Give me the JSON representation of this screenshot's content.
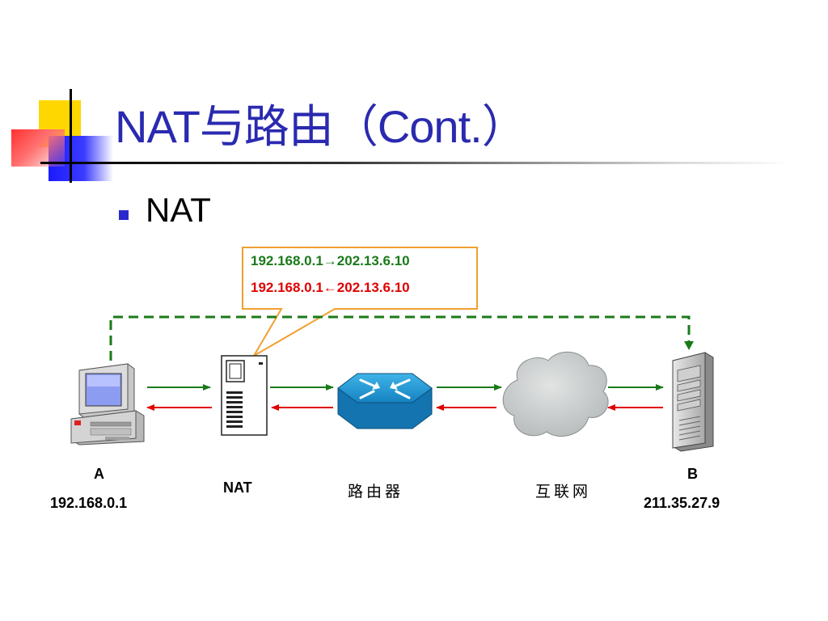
{
  "slide": {
    "title": "NAT与路由（Cont.）",
    "bullet": "NAT"
  },
  "callout": {
    "outbound": "192.168.0.1→202.13.6.10",
    "inbound": "192.168.0.1←202.13.6.10"
  },
  "nodes": {
    "host_a_name": "A",
    "host_a_ip": "192.168.0.1",
    "nat_label": "NAT",
    "router_label": "路由器",
    "internet_label": "互联网",
    "host_b_name": "B",
    "host_b_ip": "211.35.27.9"
  },
  "colors": {
    "title": "#2a2ab0",
    "forward_arrow": "#1a7a1a",
    "return_arrow": "#e00000",
    "callout_border": "#f0a030",
    "router": "#1a8fc8",
    "cloud": "#c8cccc"
  }
}
